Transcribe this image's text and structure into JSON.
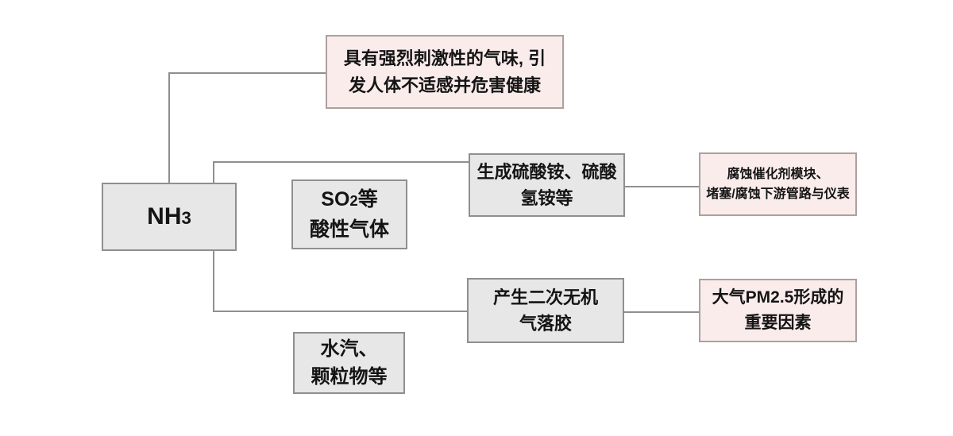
{
  "colors": {
    "page_bg": "#ffffff",
    "gray_fill": "#e7e7e7",
    "gray_border": "#8f8f8f",
    "pink_fill": "#faeceb",
    "pink_border": "#aba19f",
    "line": "#8f8f8f",
    "text": "#141414"
  },
  "nodes": {
    "nh3": {
      "main": "NH",
      "sub": "3"
    },
    "odor": {
      "line1": "具有强烈刺激性的气味, 引",
      "line2": "发人体不适感并危害健康"
    },
    "so2": {
      "line1_main": "SO",
      "line1_sub": "2",
      "line1_tail": "等",
      "line2": "酸性气体"
    },
    "moisture": {
      "line1": "水汽、",
      "line2": "颗粒物等"
    },
    "sulfate": {
      "line1": "生成硫酸铵、硫酸",
      "line2": "氢铵等"
    },
    "corrosion": {
      "line1": "腐蚀催化剂模块、",
      "line2": "堵塞/腐蚀下游管路与仪表"
    },
    "aerosol": {
      "line1": "产生二次无机",
      "line2": "气落胶"
    },
    "pm25": {
      "line1": "大气PM2.5形成的",
      "line2": "重要因素"
    }
  }
}
